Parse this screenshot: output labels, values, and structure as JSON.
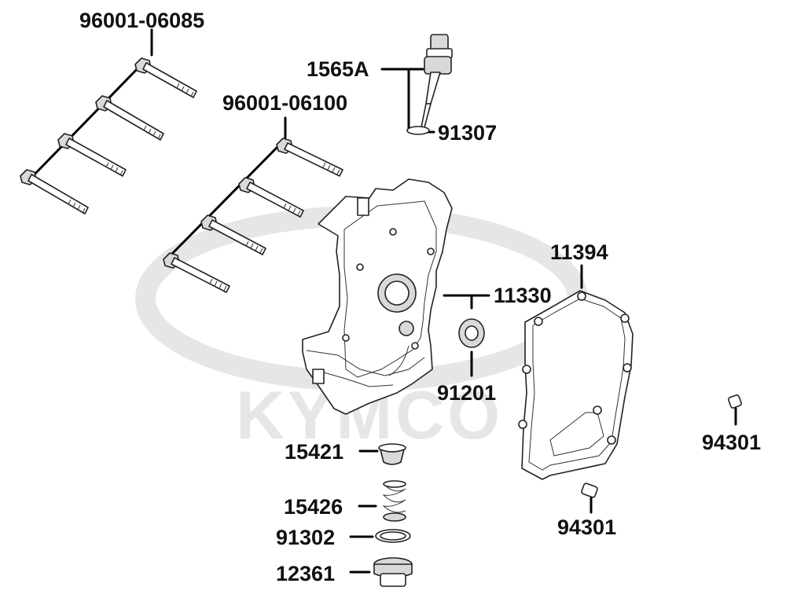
{
  "diagram": {
    "watermark": "KYMCO",
    "labels": {
      "bolt_long": "96001-06085",
      "bolt_short": "96001-06100",
      "dipstick": "1565A",
      "dipstick_oring": "91307",
      "gasket": "11394",
      "cover": "11330",
      "oil_seal": "91201",
      "dowel_right": "94301",
      "dowel_bottom": "94301",
      "strainer": "15421",
      "spring": "15426",
      "drain_oring": "91302",
      "drain_plug": "12361"
    }
  }
}
